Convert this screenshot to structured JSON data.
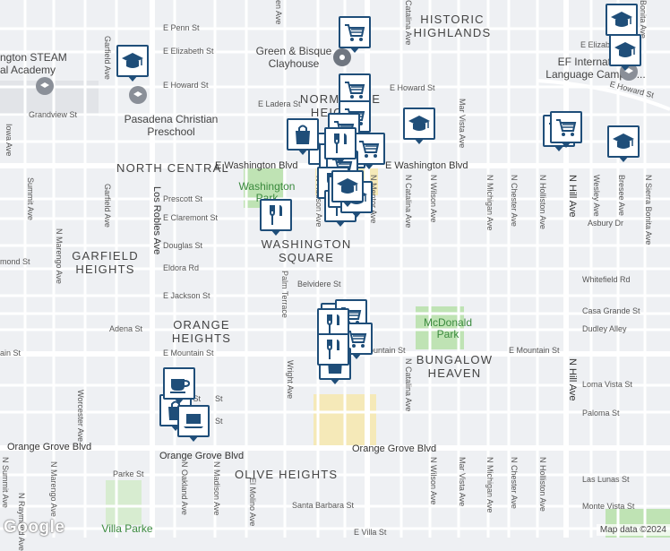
{
  "map": {
    "provider_logo": "Google",
    "attribution": "Map data ©2024",
    "neighborhoods": [
      {
        "id": "historic-highlands",
        "lines": [
          "HISTORIC",
          "HIGHLANDS"
        ]
      },
      {
        "id": "normandie-heights",
        "lines": [
          "NORMANDIE",
          "HEIGHTS"
        ]
      },
      {
        "id": "north-central",
        "lines": [
          "NORTH CENTRAL"
        ]
      },
      {
        "id": "washington-square",
        "lines": [
          "WASHINGTON",
          "SQUARE"
        ]
      },
      {
        "id": "garfield-heights",
        "lines": [
          "GARFIELD",
          "HEIGHTS"
        ]
      },
      {
        "id": "orange-heights",
        "lines": [
          "ORANGE",
          "HEIGHTS"
        ]
      },
      {
        "id": "bungalow-heaven",
        "lines": [
          "BUNGALOW",
          "HEAVEN"
        ]
      },
      {
        "id": "olive-heights",
        "lines": [
          "OLIVE HEIGHTS"
        ]
      }
    ],
    "horizontal_streets": [
      "E Penn St",
      "E Elizabeth St",
      "E Elizabeth St",
      "E Howard St",
      "E Howard St",
      "E Howard St",
      "E Ladera St",
      "Grandview St",
      "E Washington Blvd",
      "E Washington Blvd",
      "Prescott St",
      "E Claremont St",
      "Asbury Dr",
      "Douglas St",
      "Eldora Rd",
      "Whitefield Rd",
      "E Jackson St",
      "Belvidere St",
      "Casa Grande St",
      "Adena St",
      "Dudley Alley",
      "E Mountain St",
      "E Mountain St",
      "E Mountain St",
      "Loma Vista St",
      "Paloma St",
      "Orange Grove Blvd",
      "Orange Grove Blvd",
      "Orange Grove Blvd",
      "Parke St",
      "Santa Barbara St",
      "Las Lunas St",
      "Monte Vista St",
      "E Villa St",
      "mond St",
      "ain St",
      "e St",
      "St",
      "St"
    ],
    "vertical_streets": [
      "Garfield Ave",
      "Garfield Ave",
      "Iowa Ave",
      "Summit Ave",
      "N Marengo Ave",
      "Los Robles Ave",
      "Palm Terrace",
      "N Hudson Ave",
      "N Mentor Ave",
      "Catalina Ave",
      "N Catalina Ave",
      "N Catalina Ave",
      "N Wilson Ave",
      "N Wilson Ave",
      "Mar Vista Ave",
      "Mar Vista Ave",
      "N Michigan Ave",
      "N Michigan Ave",
      "N Chester Ave",
      "N Chester Ave",
      "N Holliston Ave",
      "N Holliston Ave",
      "N Hill Ave",
      "N Hill Ave",
      "Wesley Ave",
      "Bresee Ave",
      "N Sierra Bonita Ave",
      "Bonita Ave",
      "Wright Ave",
      "Worcester Ave",
      "N Marengo Ave",
      "N Oakland Ave",
      "N Madison Ave",
      "El Molino Ave",
      "N Summit Ave",
      "N Raymond Ave",
      "en Ave"
    ],
    "places": [
      {
        "id": "green-bisque",
        "lines": [
          "Green & Bisque",
          "Clayhouse"
        ]
      },
      {
        "id": "steam-academy",
        "lines": [
          "ngton STEAM",
          "al Academy"
        ]
      },
      {
        "id": "pasadena-christian",
        "lines": [
          "Pasadena Christian",
          "Preschool"
        ]
      },
      {
        "id": "ef-international",
        "lines": [
          "EF International",
          "Language Campus..."
        ]
      },
      {
        "id": "washington-park",
        "lines": [
          "Washington",
          "Park"
        ]
      },
      {
        "id": "mcdonald-park",
        "lines": [
          "McDonald",
          "Park"
        ]
      },
      {
        "id": "villa-parke",
        "lines": [
          "Villa Parke"
        ]
      }
    ],
    "markers": [
      {
        "icon": "cart-icon"
      },
      {
        "icon": "cart-icon"
      },
      {
        "icon": "cart-icon"
      },
      {
        "icon": "cart-icon"
      },
      {
        "icon": "cart-icon"
      },
      {
        "icon": "cart-icon"
      },
      {
        "icon": "cart-icon"
      },
      {
        "icon": "cart-icon"
      },
      {
        "icon": "cart-icon"
      },
      {
        "icon": "cart-icon"
      },
      {
        "icon": "cart-icon"
      },
      {
        "icon": "cart-icon"
      },
      {
        "icon": "cart-icon"
      },
      {
        "icon": "cart-icon"
      },
      {
        "icon": "cart-icon"
      },
      {
        "icon": "shopping-bag-icon"
      },
      {
        "icon": "shopping-bag-icon"
      },
      {
        "icon": "shopping-bag-icon"
      },
      {
        "icon": "restaurant-icon"
      },
      {
        "icon": "restaurant-icon"
      },
      {
        "icon": "restaurant-icon"
      },
      {
        "icon": "restaurant-icon"
      },
      {
        "icon": "restaurant-icon"
      },
      {
        "icon": "restaurant-icon"
      },
      {
        "icon": "restaurant-icon"
      },
      {
        "icon": "school-icon"
      },
      {
        "icon": "school-icon"
      },
      {
        "icon": "school-icon"
      },
      {
        "icon": "school-icon"
      },
      {
        "icon": "school-icon"
      },
      {
        "icon": "school-icon"
      },
      {
        "icon": "school-icon"
      },
      {
        "icon": "coffee-icon"
      },
      {
        "icon": "laptop-icon"
      }
    ],
    "colors": {
      "background": "#eef0f3",
      "road": "#ffffff",
      "arterial": "#ffffff",
      "marker_border": "#1f4e79",
      "park": "#bfe3b4",
      "commercial": "#f5e9b8",
      "label": "#333333"
    }
  }
}
